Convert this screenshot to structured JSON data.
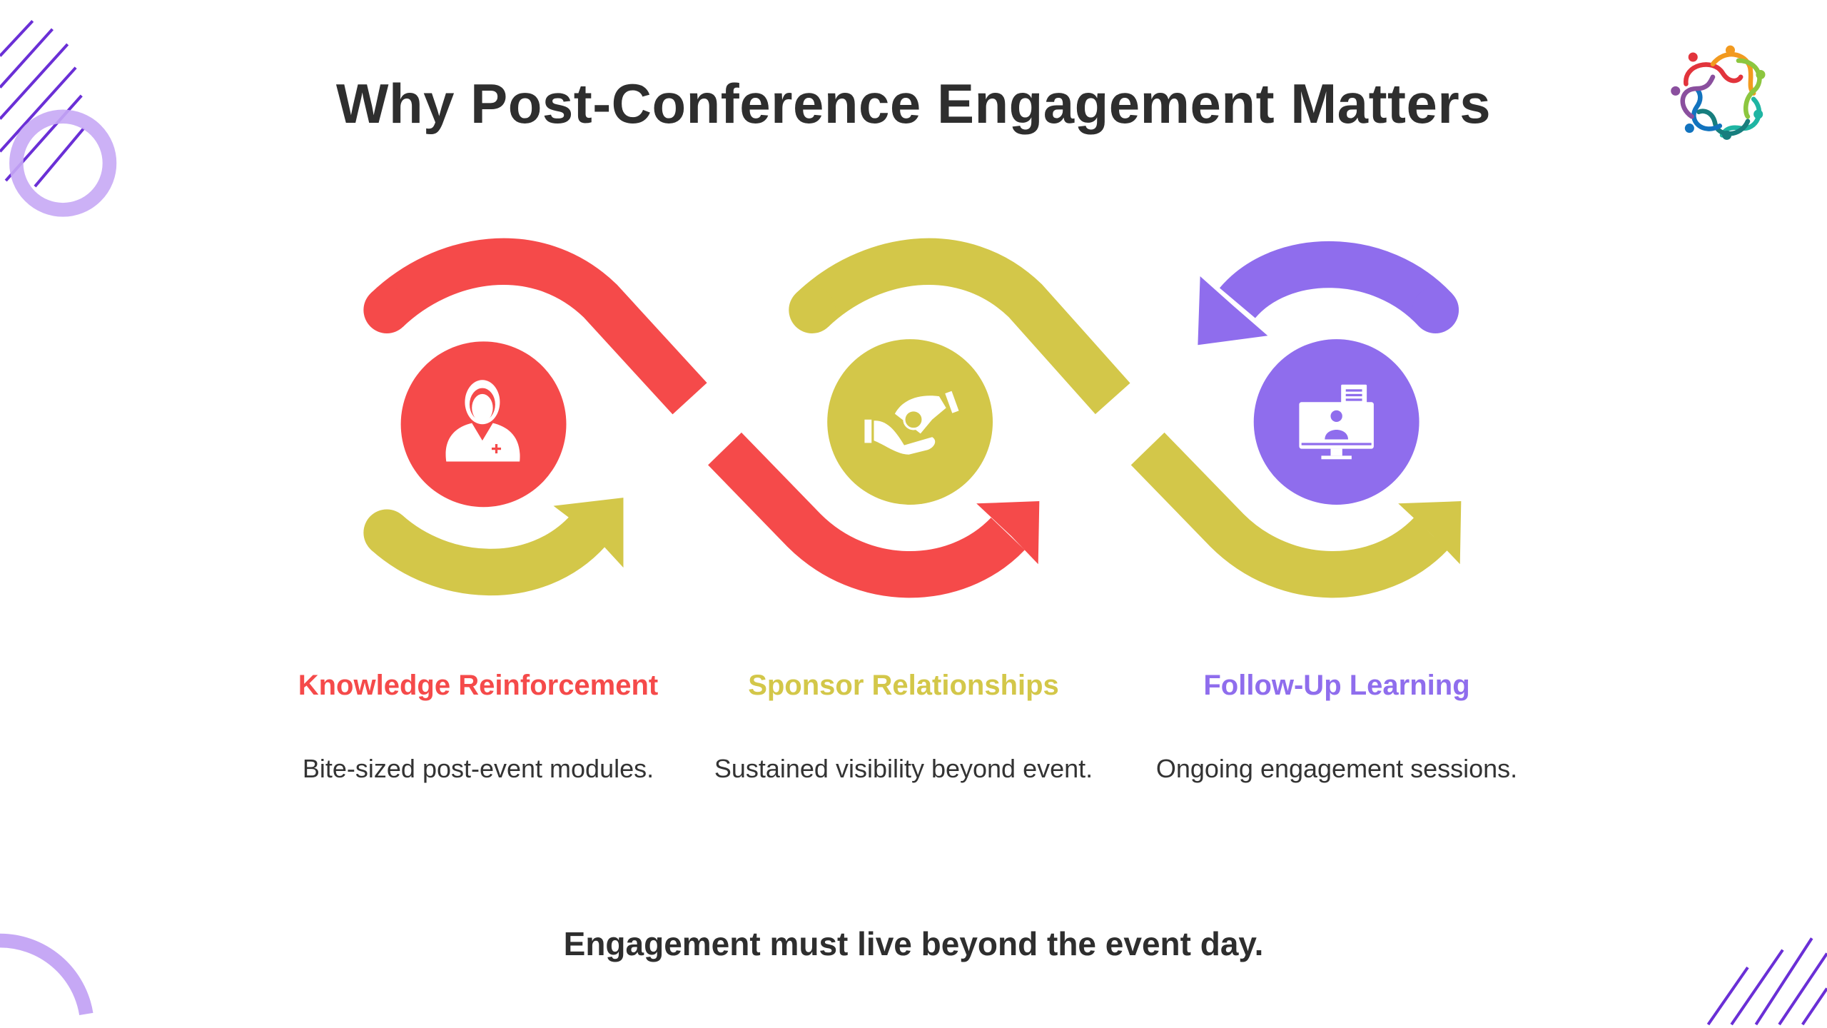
{
  "title": "Why Post-Conference Engagement Matters",
  "colors": {
    "red": "#f54a4a",
    "yellow": "#d3c749",
    "purple": "#8f6ded",
    "text": "#2e2e2e"
  },
  "steps": [
    {
      "label": "Knowledge Reinforcement",
      "description": "Bite-sized post-event modules.",
      "icon": "doctor-icon",
      "color": "#f54a4a"
    },
    {
      "label": "Sponsor Relationships",
      "description": "Sustained visibility beyond event.",
      "icon": "hand-money-icon",
      "color": "#d3c749"
    },
    {
      "label": "Follow-Up Learning",
      "description": "Ongoing engagement sessions.",
      "icon": "monitor-chat-icon",
      "color": "#8f6ded"
    }
  ],
  "footer": "Engagement must live beyond the event day."
}
